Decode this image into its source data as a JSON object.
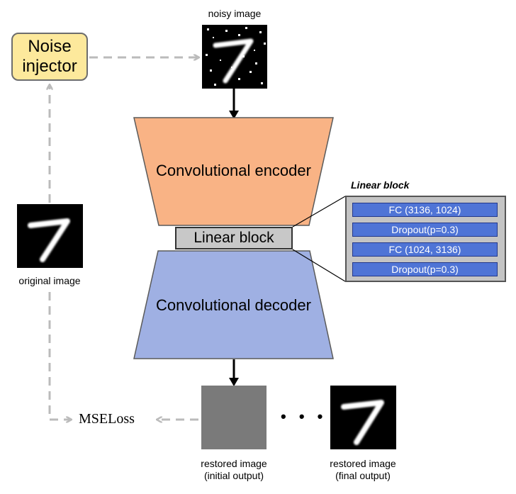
{
  "labels": {
    "noisy_image": "noisy image",
    "noise_injector": "Noise injector",
    "original_image": "original image",
    "encoder": "Convolutional encoder",
    "linear_block": "Linear block",
    "decoder": "Convolutional decoder",
    "mse_loss": "MSELoss",
    "ellipsis": "• • •",
    "restored_initial_line1": "restored image",
    "restored_initial_line2": "(initial output)",
    "restored_final_line1": "restored image",
    "restored_final_line2": "(final output)"
  },
  "linear_block_detail": {
    "title": "Linear block",
    "layers": [
      "FC (3136, 1024)",
      "Dropout(p=0.3)",
      "FC (1024, 3136)",
      "Dropout(p=0.3)"
    ]
  },
  "colors": {
    "noise_injector_fill": "#fde99c",
    "encoder_fill": "#f9b385",
    "decoder_fill": "#9fb0e3",
    "linear_block_fill": "#c8c8c8",
    "layer_fill": "#4f74d6",
    "dashed_arrow": "#bbbbbb",
    "restored_initial_fill": "#7a7a7a"
  }
}
